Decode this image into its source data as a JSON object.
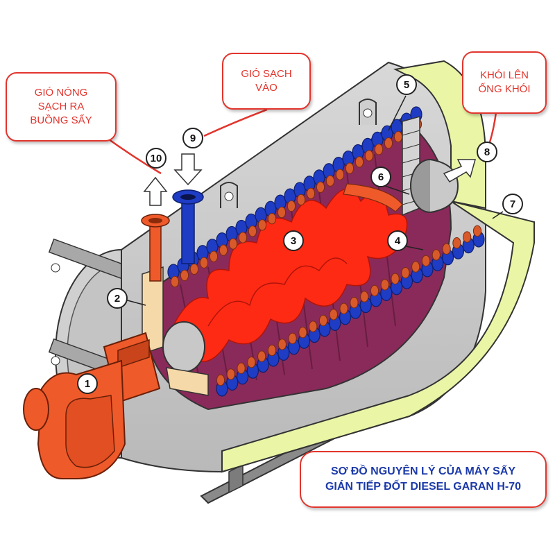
{
  "labels": {
    "hot_air_out": "GIÓ NÓNG\nSẠCH RA\nBUỒNG SẤY",
    "clean_air_in": "GIÓ SẠCH\nVÀO",
    "smoke_out": "KHÓI LÊN\nỐNG KHÓI"
  },
  "title": "SƠ ĐỒ NGUYÊN LÝ CỦA MÁY SẤY\nGIÁN TIẾP ĐỐT DIESEL GARAN H-70",
  "callouts": [
    "1",
    "2",
    "3",
    "4",
    "5",
    "6",
    "7",
    "8",
    "9",
    "10"
  ],
  "colors": {
    "shell": "#c9c9c9",
    "insulation": "#eaf5a6",
    "tubes": "#1f3cc4",
    "tube_edges": "#d85a2a",
    "flame": "#ff2a14",
    "chamber": "#8a2a5a",
    "burner": "#ef5a2a",
    "label_border": "#e2352d",
    "title_text": "#1c3aa9"
  }
}
